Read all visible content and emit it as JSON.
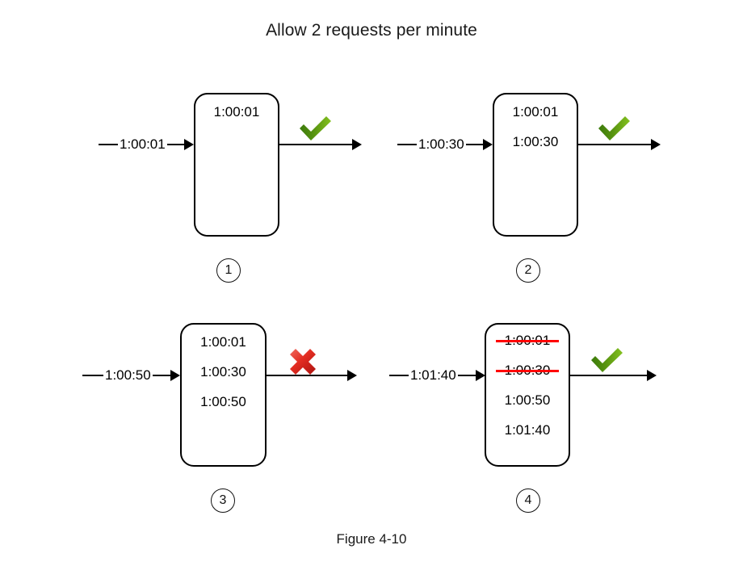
{
  "diagram": {
    "title": "Allow 2 requests per minute",
    "caption": "Figure 4-10",
    "colors": {
      "stroke": "#000000",
      "allow": "#6aa519",
      "allow_dark": "#3f7c0f",
      "deny": "#e02b20",
      "deny_dark": "#b41712",
      "strike": "#ff0000"
    },
    "panels": [
      {
        "step": "1",
        "input_label": "1:00:01",
        "entries": [
          {
            "text": "1:00:01",
            "struck": false
          }
        ],
        "status": "allow",
        "status_icon": "green-check-icon"
      },
      {
        "step": "2",
        "input_label": "1:00:30",
        "entries": [
          {
            "text": "1:00:01",
            "struck": false
          },
          {
            "text": "1:00:30",
            "struck": false
          }
        ],
        "status": "allow",
        "status_icon": "green-check-icon"
      },
      {
        "step": "3",
        "input_label": "1:00:50",
        "entries": [
          {
            "text": "1:00:01",
            "struck": false
          },
          {
            "text": "1:00:30",
            "struck": false
          },
          {
            "text": "1:00:50",
            "struck": false
          }
        ],
        "status": "deny",
        "status_icon": "red-cross-icon"
      },
      {
        "step": "4",
        "input_label": "1:01:40",
        "entries": [
          {
            "text": "1:00:01",
            "struck": true
          },
          {
            "text": "1:00:30",
            "struck": true
          },
          {
            "text": "1:00:50",
            "struck": false
          },
          {
            "text": "1:01:40",
            "struck": false
          }
        ],
        "status": "allow",
        "status_icon": "green-check-icon"
      }
    ]
  }
}
